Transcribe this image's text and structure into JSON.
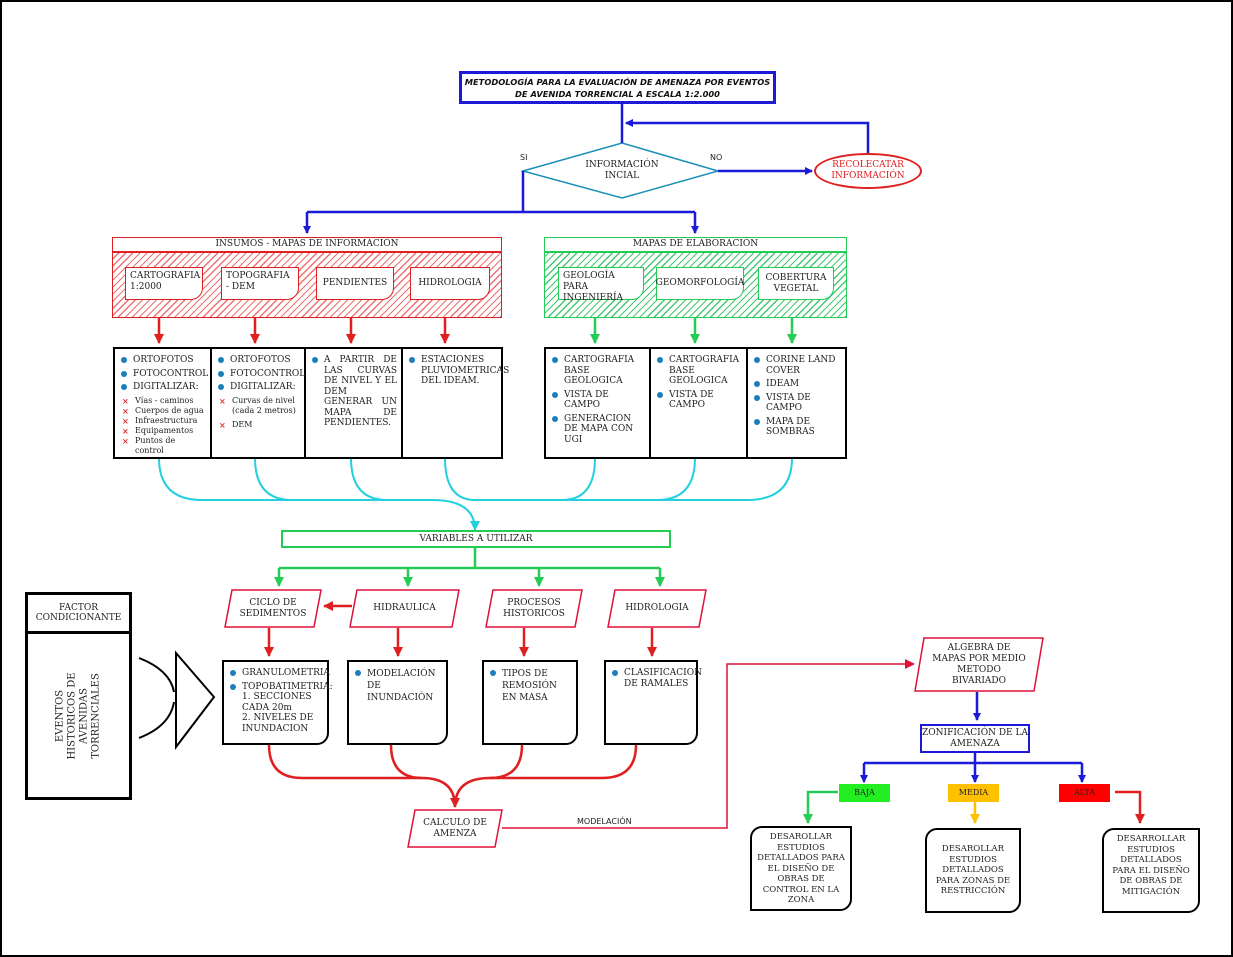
{
  "title": "METODOLOGÍA PARA LA EVALUACIÓN DE AMENAZA POR EVENTOS DE AVENIDA TORRENCIAL A ESCALA 1:2.000",
  "decision": {
    "label": "INFORMACIÓN INCIAL",
    "yes": "SI",
    "no": "NO"
  },
  "recollect": "RECOLECATAR INFORMACIÓN",
  "insumos": {
    "header": "INSUMOS - MAPAS DE INFORMACIÓN",
    "cards": [
      "CARTOGRAFIA 1:2000",
      "TOPOGRAFIA - DEM",
      "PENDIENTES",
      "HIDROLOGIA"
    ]
  },
  "elaboracion": {
    "header": "MAPAS DE ELABORACIÓN",
    "cards": [
      "GEOLOGÍA PARA INGENIERÍA",
      "GEOMORFOLOGÍA",
      "COBERTURA VEGETAL"
    ]
  },
  "insumos_table": {
    "col1": {
      "items": [
        "ORTOFOTOS",
        "FOTOCONTROL",
        "DIGITALIZAR:"
      ],
      "subs": [
        "Vías - caminos",
        "Cuerpos de agua",
        "Infraestructura",
        "Equipamentos",
        "Puntos de control"
      ]
    },
    "col2": {
      "items": [
        "ORTOFOTOS",
        "FOTOCONTROL",
        "DIGITALIZAR:"
      ],
      "subs": [
        "Curvas de nivel (cada 2 metros)",
        "DEM"
      ]
    },
    "col3": {
      "items": [
        "A PARTIR DE LAS CURVAS DE NIVEL Y EL DEM GENERAR UN MAPA DE PENDIENTES."
      ]
    },
    "col4": {
      "items": [
        "ESTACIONES PLUVIOMETRICAS DEL IDEAM."
      ]
    }
  },
  "elaboracion_table": {
    "col1": [
      "CARTOGRAFIA BASE GEOLOGICA",
      "VISTA DE CAMPO",
      "GENERACION DE MAPA CON UGI"
    ],
    "col2": [
      "CARTOGRAFIA BASE GEOLOGICA",
      "VISTA DE CAMPO"
    ],
    "col3": [
      "CORINE LAND COVER",
      "IDEAM",
      "VISTA DE CAMPO",
      "MAPA DE SOMBRAS"
    ]
  },
  "variables": "VARIABLES A UTILIZAR",
  "factor": {
    "header": "FACTOR CONDICIONANTE",
    "body": "EVENTOS HISTORICOS DE AVENIDAS TORRENCIALES"
  },
  "vars": [
    "CICLO DE SEDIMENTOS",
    "HIDRAULICA",
    "PROCESOS HISTORICOS",
    "HIDROLOGIA"
  ],
  "var_details": {
    "d1": {
      "items": [
        "GRANULOMETRIA",
        "TOPOBATIMETRIA:"
      ],
      "extra": "1. SECCIONES CADA 20m\n2. NIVELES DE INUNDACION"
    },
    "d2": {
      "items": [
        "MODELACIÓN DE INUNDACIÓN"
      ]
    },
    "d3": {
      "items": [
        "TIPOS DE REMOSIÓN EN MASA"
      ]
    },
    "d4": {
      "items": [
        "CLASIFICACION DE RAMALES"
      ]
    }
  },
  "calculo": "CALCULO DE AMENZA",
  "modelacion": "MODELACIÓN",
  "algebra": "ALGEBRA DE MAPAS POR MEDIO METODO BIVARIADO",
  "zonificacion": "ZONIFICACIÓN DE LA AMENAZA",
  "levels": [
    {
      "label": "BAJA",
      "color": "#22ee22"
    },
    {
      "label": "MEDIA",
      "color": "#ffc000"
    },
    {
      "label": "ALTA",
      "color": "#ff0000"
    }
  ],
  "outcomes": [
    "DESAROLLAR ESTUDIOS DETALLADOS PARA EL DISEÑO DE OBRAS DE CONTROL EN LA ZONA",
    "DESAROLLAR ESTUDIOS DETALLADOS PARA ZONAS DE RESTRICCIÓN",
    "DESARROLLAR ESTUDIOS DETALLADOS PARA EL DISEÑO DE OBRAS DE MITIGACIÓN"
  ],
  "colors": {
    "blue": "#1a1ad8",
    "red": "#e02020",
    "green": "#22cc55",
    "cyan": "#22d0e0",
    "crimson": "#e0103a"
  }
}
